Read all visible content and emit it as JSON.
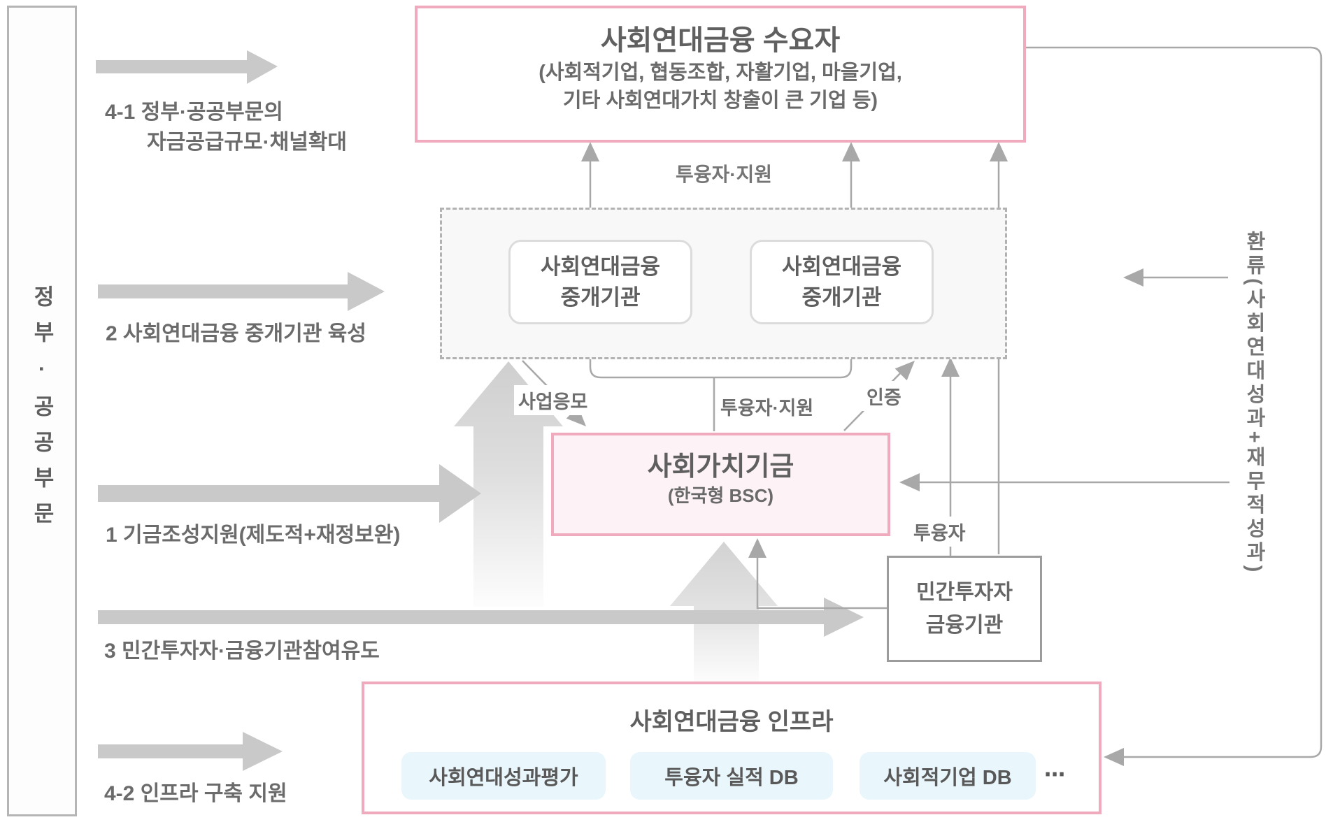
{
  "diagram": {
    "sidebar": {
      "label": "정부·공공부문"
    },
    "demand_box": {
      "title": "사회연대금융 수요자",
      "subtitle1": "(사회적기업, 협동조합, 자활기업, 마을기업,",
      "subtitle2": "기타 사회연대가치 창출이 큰 기업 등)"
    },
    "intermediary_group": {
      "left_box": {
        "line1": "사회연대금융",
        "line2": "중개기관"
      },
      "right_box": {
        "line1": "사회연대금융",
        "line2": "중개기관"
      }
    },
    "fund_box": {
      "title": "사회가치기금",
      "subtitle": "(한국형 BSC)"
    },
    "private_box": {
      "line1": "민간투자자",
      "line2": "금융기관"
    },
    "infra_box": {
      "title": "사회연대금융 인프라",
      "chips": [
        "사회연대성과평가",
        "투융자 실적 DB",
        "사회적기업 DB"
      ],
      "ellipsis": "⋯"
    },
    "flow_labels": {
      "invest_support_top": "투융자·지원",
      "invest_support_mid": "투융자·지원",
      "apply": "사업응모",
      "certification": "인증",
      "invest": "투융자",
      "feedback": "환류(사회연대성과+재무적성과)"
    },
    "gov_actions": {
      "a41_line1": "4-1 정부·공공부문의",
      "a41_line2": "자금공급규모·채널확대",
      "a2": "2 사회연대금융 중개기관 육성",
      "a1": "1 기금조성지원(제도적+재정보완)",
      "a3": "3 민간투자자·금융기관참여유도",
      "a42": "4-2 인프라 구축 지원"
    },
    "colors": {
      "pink_border": "#f0aabe",
      "fund_fill": "#fdf3f6",
      "chip_fill": "#e9f6fb",
      "line_gray": "#a8a8a8",
      "thick_arrow_gray": "#c9c9c9",
      "dashed_fill": "#f8f8f8"
    }
  }
}
